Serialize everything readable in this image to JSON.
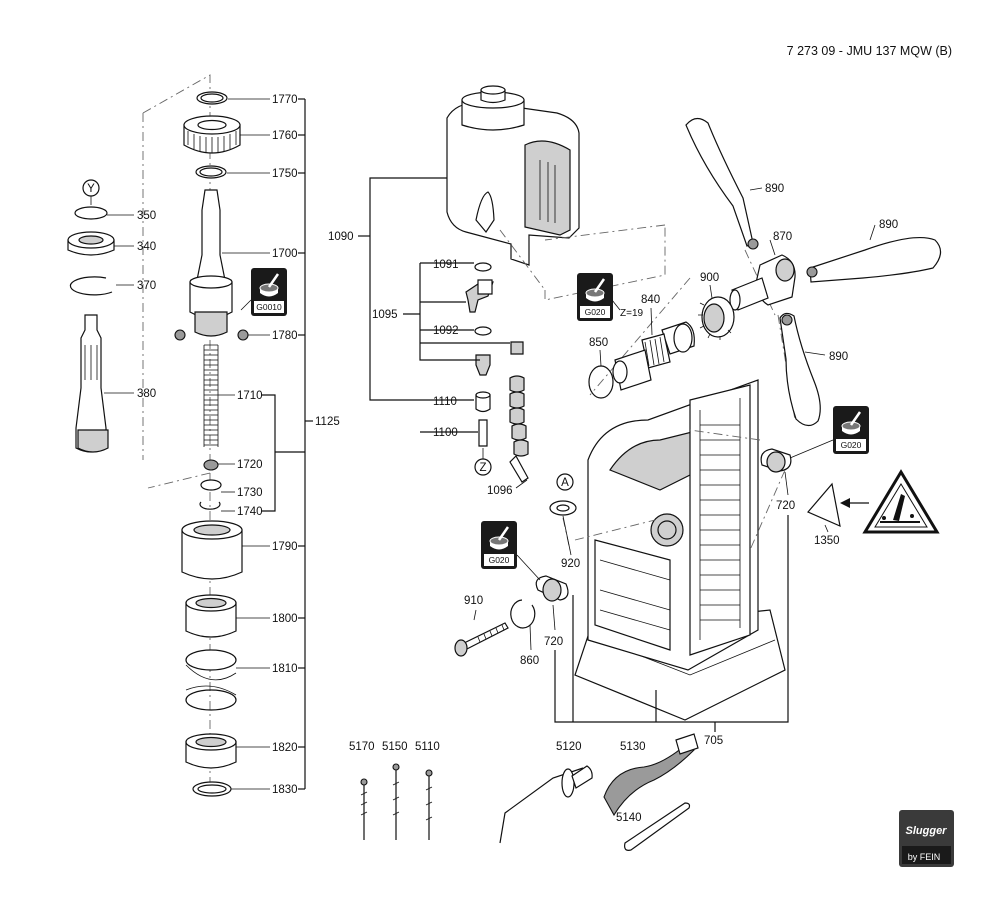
{
  "document": {
    "title": "7 273 09 - JMU 137 MQW (B)"
  },
  "labels": {
    "p1770": "1770",
    "p1760": "1760",
    "p1750": "1750",
    "p1700": "1700",
    "p1780": "1780",
    "p1710": "1710",
    "p1720": "1720",
    "p1730": "1730",
    "p1740": "1740",
    "p1790": "1790",
    "p1800": "1800",
    "p1810": "1810",
    "p1820": "1820",
    "p1830": "1830",
    "p1125": "1125",
    "p350": "350",
    "p340": "340",
    "p370": "370",
    "p380": "380",
    "p1090": "1090",
    "p1091": "1091",
    "p1095": "1095",
    "p1092": "1092",
    "p1110": "1110",
    "p1100": "1100",
    "p1096": "1096",
    "p890a": "890",
    "p890b": "890",
    "p890c": "890",
    "p870": "870",
    "p900": "900",
    "p840": "840",
    "pz19": "Z=19",
    "p850": "850",
    "p720a": "720",
    "p720b": "720",
    "p1350": "1350",
    "p920": "920",
    "p910": "910",
    "p860": "860",
    "p705": "705",
    "p5170": "5170",
    "p5150": "5150",
    "p5110": "5110",
    "p5120": "5120",
    "p5130": "5130",
    "p5140": "5140"
  },
  "markers": {
    "y": "Y",
    "z": "Z",
    "a": "A"
  },
  "grease_badges": {
    "g1": "G0010",
    "g2": "G020",
    "g3": "G020",
    "g4": "G020"
  },
  "brand": {
    "name": "Slugger",
    "sub": "by FEIN"
  }
}
